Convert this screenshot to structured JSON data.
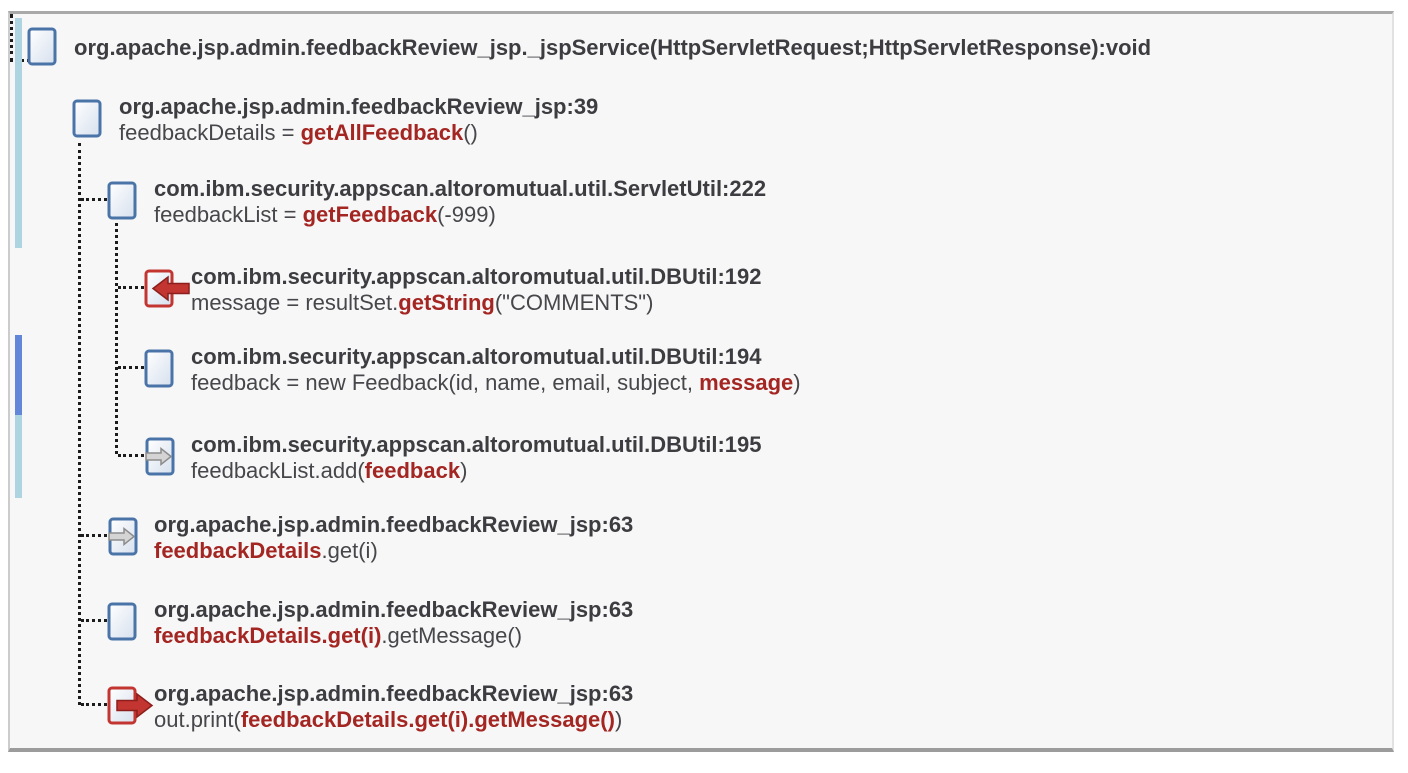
{
  "view": {
    "type": "taint-trace-call-tree",
    "colors": {
      "panel_background": "#f7f7f8",
      "panel_border": "#9c9c9c",
      "node_box_border_blue": "#4a73a8",
      "node_box_border_red": "#c23531",
      "arrow_red": "#c23531",
      "arrow_gray": "#d4d4d4",
      "header_text": "#3d3d41",
      "code_text": "#47474b",
      "taint_text": "#a42622",
      "connector_dots": "#1c1c1c",
      "overview_marker_light_blue": "#aed4e2",
      "overview_marker_blue": "#6287d9"
    },
    "icons": {
      "checkbox": "empty-checkbox-box",
      "source": "red-arrow-into-box",
      "passthrough": "gray-arrow-through-box",
      "sink": "red-arrow-out-of-box"
    },
    "overview_markers": [
      {
        "color": "#aed4e2"
      },
      {
        "color": "#6287d9"
      },
      {
        "color": "#aed4e2"
      }
    ]
  },
  "tree": {
    "nodes": [
      {
        "icon": "checkbox",
        "header": "org.apache.jsp.admin.feedbackReview_jsp._jspService(HttpServletRequest;HttpServletResponse):void",
        "code": []
      },
      {
        "icon": "checkbox",
        "header": "org.apache.jsp.admin.feedbackReview_jsp:39",
        "code": [
          {
            "t": "feedbackDetails = ",
            "s": "plain"
          },
          {
            "t": "getAllFeedback",
            "s": "taint"
          },
          {
            "t": "()",
            "s": "plain"
          }
        ]
      },
      {
        "icon": "checkbox",
        "header": "com.ibm.security.appscan.altoromutual.util.ServletUtil:222",
        "code": [
          {
            "t": "feedbackList = ",
            "s": "plain"
          },
          {
            "t": "getFeedback",
            "s": "taint"
          },
          {
            "t": "(-999)",
            "s": "plain"
          }
        ]
      },
      {
        "icon": "source",
        "header": "com.ibm.security.appscan.altoromutual.util.DBUtil:192",
        "code": [
          {
            "t": "message = resultSet.",
            "s": "plain"
          },
          {
            "t": "getString",
            "s": "taint"
          },
          {
            "t": "(\"COMMENTS\")",
            "s": "plain"
          }
        ]
      },
      {
        "icon": "checkbox",
        "header": "com.ibm.security.appscan.altoromutual.util.DBUtil:194",
        "code": [
          {
            "t": "feedback = new Feedback(id, name, email, subject, ",
            "s": "plain"
          },
          {
            "t": "message",
            "s": "taint"
          },
          {
            "t": ")",
            "s": "plain"
          }
        ]
      },
      {
        "icon": "passthrough",
        "header": "com.ibm.security.appscan.altoromutual.util.DBUtil:195",
        "code": [
          {
            "t": "feedbackList.add(",
            "s": "plain"
          },
          {
            "t": "feedback",
            "s": "taint"
          },
          {
            "t": ")",
            "s": "plain"
          }
        ]
      },
      {
        "icon": "passthrough",
        "header": "org.apache.jsp.admin.feedbackReview_jsp:63",
        "code": [
          {
            "t": "feedbackDetails",
            "s": "taint"
          },
          {
            "t": ".get(i)",
            "s": "plain"
          }
        ]
      },
      {
        "icon": "checkbox",
        "header": "org.apache.jsp.admin.feedbackReview_jsp:63",
        "code": [
          {
            "t": "feedbackDetails.get(i)",
            "s": "taint"
          },
          {
            "t": ".getMessage()",
            "s": "plain"
          }
        ]
      },
      {
        "icon": "sink",
        "header": "org.apache.jsp.admin.feedbackReview_jsp:63",
        "code": [
          {
            "t": "out.print(",
            "s": "plain"
          },
          {
            "t": "feedbackDetails.get(i).getMessage()",
            "s": "taint"
          },
          {
            "t": ")",
            "s": "plain"
          }
        ]
      }
    ]
  }
}
